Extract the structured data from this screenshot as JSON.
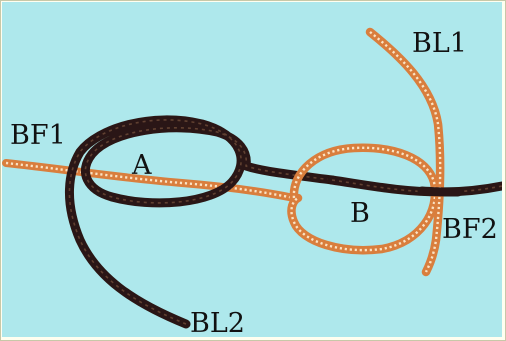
{
  "diagram": {
    "colors": {
      "background": "#aee8ec",
      "dark_cord": "#2a1812",
      "dark_cord_highlight": "#6e4a3a",
      "orange_cord": "#d97e3c",
      "orange_cord_stripe": "#fbe3c4"
    },
    "labels": {
      "bl1": "BL1",
      "bf1": "BF1",
      "a": "A",
      "b": "B",
      "bf2": "BF2",
      "bl2": "BL2"
    }
  }
}
